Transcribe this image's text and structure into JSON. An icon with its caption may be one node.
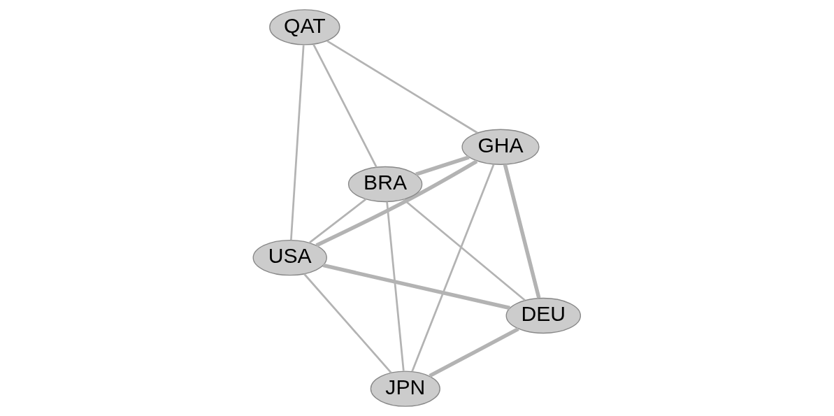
{
  "diagram": {
    "nodes": [
      {
        "text": [
          "USA"
        ]
      },
      {
        "text": [
          "DEU"
        ]
      },
      {
        "text": [
          "JPN"
        ]
      },
      {
        "text": [
          "QAT"
        ]
      },
      {
        "text": [
          "GHA"
        ]
      },
      {
        "text": [
          "BRA"
        ]
      }
    ],
    "edges": [
      {
        "from": 0,
        "to": 1,
        "arrow": "none",
        "style": "thick"
      },
      {
        "from": 0,
        "to": 2,
        "arrow": "none"
      },
      {
        "from": 0,
        "to": 4,
        "arrow": "none",
        "style": "thick"
      },
      {
        "from": 0,
        "to": 5,
        "arrow": "none"
      },
      {
        "from": 0,
        "to": 3,
        "arrow": "none"
      },
      {
        "from": 1,
        "to": 2,
        "arrow": "none",
        "style": "thick"
      },
      {
        "from": 1,
        "to": 4,
        "arrow": "none",
        "style": "thick"
      },
      {
        "from": 1,
        "to": 5,
        "arrow": "none"
      },
      {
        "from": 2,
        "to": 4,
        "arrow": "none"
      },
      {
        "from": 2,
        "to": 5,
        "arrow": "none"
      },
      {
        "from": 3,
        "to": 4,
        "arrow": "none"
      },
      {
        "from": 3,
        "to": 5,
        "arrow": "none"
      },
      {
        "from": 4,
        "to": 5,
        "arrow": "none",
        "style": "thick"
      }
    ]
  }
}
